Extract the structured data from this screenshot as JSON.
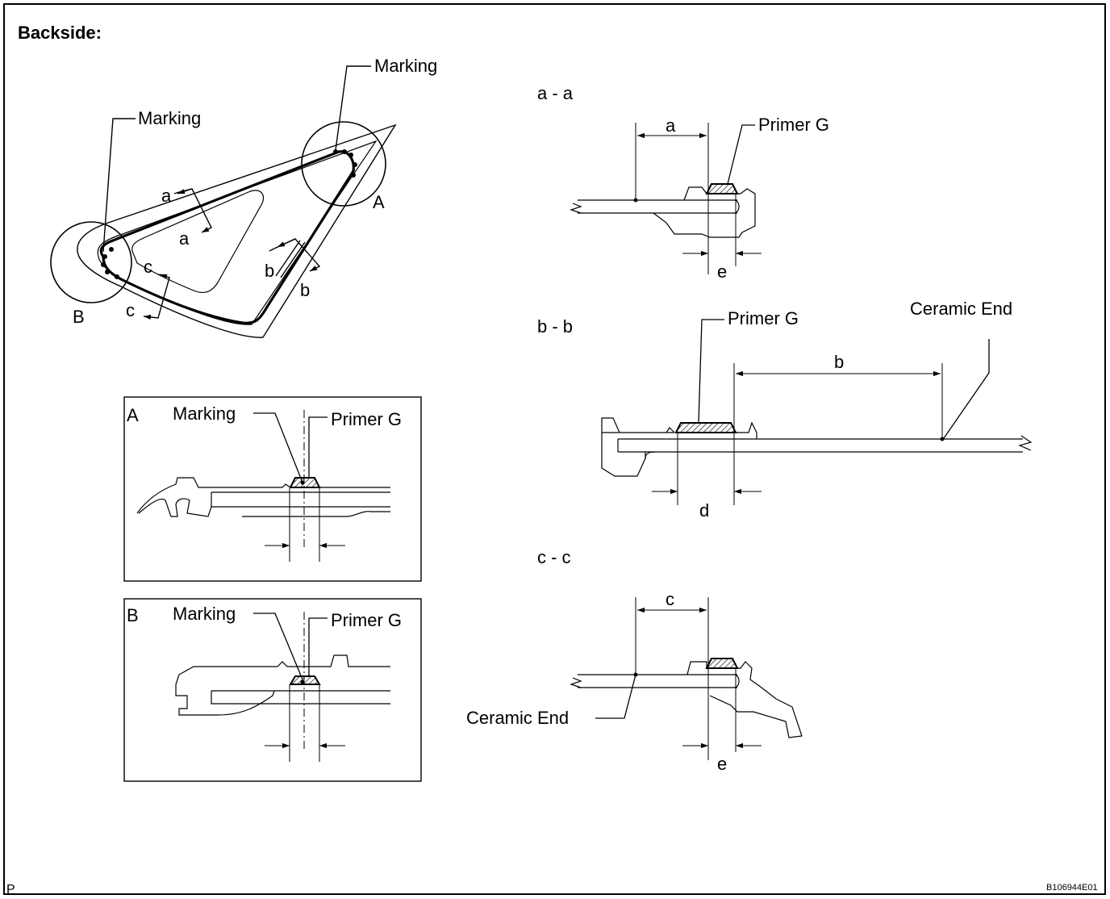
{
  "heading": "Backside:",
  "overview": {
    "marking_top": "Marking",
    "marking_left": "Marking",
    "circle_a": "A",
    "circle_b": "B",
    "sec_a1": "a",
    "sec_a2": "a",
    "sec_b1": "b",
    "sec_b2": "b",
    "sec_c1": "c",
    "sec_c2": "c"
  },
  "detail_a": {
    "letter": "A",
    "marking": "Marking",
    "primer": "Primer G"
  },
  "detail_b": {
    "letter": "B",
    "marking": "Marking",
    "primer": "Primer G"
  },
  "section_aa": {
    "title": "a - a",
    "dim_a": "a",
    "primer": "Primer G",
    "dim_e": "e"
  },
  "section_bb": {
    "title": "b - b",
    "primer": "Primer G",
    "ceramic": "Ceramic End",
    "dim_b": "b",
    "dim_d": "d"
  },
  "section_cc": {
    "title": "c - c",
    "dim_c": "c",
    "ceramic": "Ceramic End",
    "dim_e": "e"
  },
  "footer": {
    "left": "P",
    "code": "B106944E01"
  }
}
